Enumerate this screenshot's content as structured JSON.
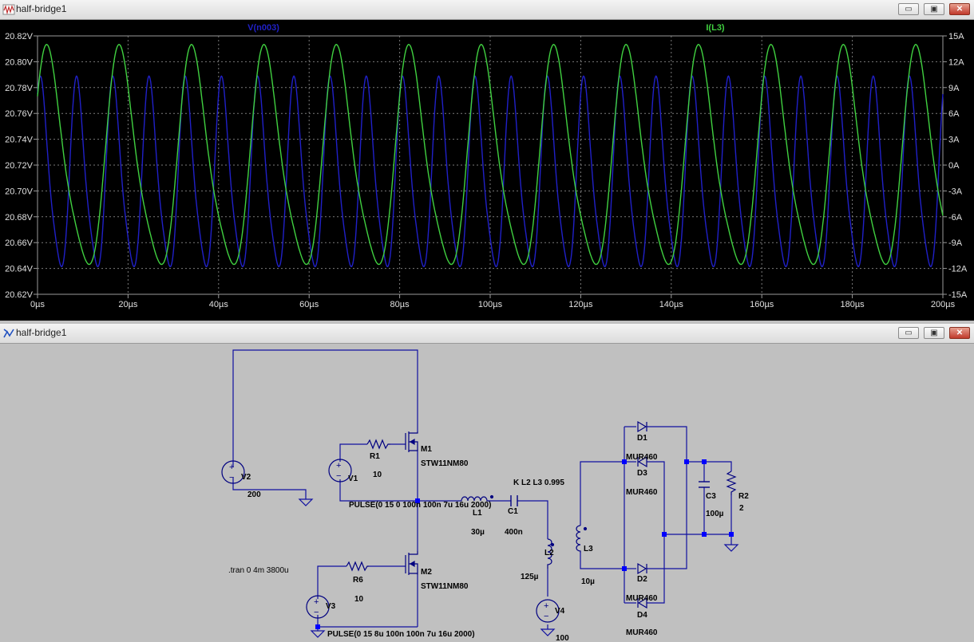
{
  "plot_window": {
    "title": "half-bridge1",
    "icon": "waveform-icon"
  },
  "schematic_window": {
    "title": "half-bridge1",
    "icon": "schematic-icon"
  },
  "window_buttons": {
    "minimize": "▭",
    "restore": "▣",
    "close": "✕"
  },
  "chart_data": {
    "type": "line",
    "x_unit": "µs",
    "xlim": [
      0,
      200
    ],
    "x_ticks": [
      "0µs",
      "20µs",
      "40µs",
      "60µs",
      "80µs",
      "100µs",
      "120µs",
      "140µs",
      "160µs",
      "180µs",
      "200µs"
    ],
    "y_left": {
      "ylim": [
        20.62,
        20.82
      ],
      "ticks": [
        "20.82V",
        "20.80V",
        "20.78V",
        "20.76V",
        "20.74V",
        "20.72V",
        "20.70V",
        "20.68V",
        "20.66V",
        "20.64V",
        "20.62V"
      ]
    },
    "y_right": {
      "ylim": [
        -15,
        15
      ],
      "ticks": [
        "15A",
        "12A",
        "9A",
        "6A",
        "3A",
        "0A",
        "-3A",
        "-6A",
        "-9A",
        "-12A",
        "-15A"
      ]
    },
    "grid": true,
    "series": [
      {
        "name": "V(n003)",
        "axis": "left",
        "color": "#2020c8",
        "period_us": 8,
        "amplitude": 0.078,
        "offset": 20.708,
        "phase": 0.9,
        "x_range": [
          0,
          200
        ]
      },
      {
        "name": "I(L3)",
        "axis": "right",
        "color": "#40d040",
        "period_us": 16,
        "amplitude": 13.5,
        "offset": 0,
        "phase": 0.6,
        "x_range": [
          0,
          200
        ]
      }
    ]
  },
  "schematic": {
    "components": {
      "V2": {
        "name": "V2",
        "value": "200"
      },
      "V1": {
        "name": "V1",
        "value": "PULSE(0 15 0 100n 100n 7u 16u 2000)"
      },
      "V3": {
        "name": "V3",
        "value": "PULSE(0 15 8u 100n 100n 7u 16u 2000)"
      },
      "V4": {
        "name": "V4",
        "value": "100"
      },
      "R1": {
        "name": "R1",
        "value": "10"
      },
      "R6": {
        "name": "R6",
        "value": "10"
      },
      "R2": {
        "name": "R2",
        "value": "2"
      },
      "M1": {
        "name": "M1",
        "value": "STW11NM80"
      },
      "M2": {
        "name": "M2",
        "value": "STW11NM80"
      },
      "L1": {
        "name": "L1",
        "value": "30µ"
      },
      "L2": {
        "name": "L2",
        "value": "125µ"
      },
      "L3": {
        "name": "L3",
        "value": "10µ"
      },
      "C1": {
        "name": "C1",
        "value": "400n"
      },
      "C3": {
        "name": "C3",
        "value": "100µ"
      },
      "D1": {
        "name": "D1",
        "value": "MUR460"
      },
      "D2": {
        "name": "D2",
        "value": "MUR460"
      },
      "D3": {
        "name": "D3",
        "value": "MUR460"
      },
      "D4": {
        "name": "D4",
        "value": "MUR460"
      }
    },
    "directives": {
      "coupling": "K L2 L3 0.995",
      "tran": ".tran 0 4m 3800u"
    },
    "colors": {
      "wire": "#1010a0",
      "component": "#000080",
      "node": "#0000ff",
      "ground": "#1010a0"
    }
  }
}
